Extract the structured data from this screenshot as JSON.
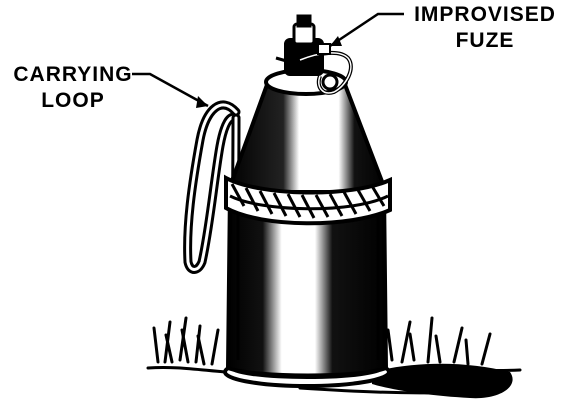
{
  "labels": {
    "carrying_loop": {
      "line1": "CARRYING",
      "line2": "LOOP"
    },
    "improvised_fuze": {
      "line1": "IMPROVISED",
      "line2": "FUZE"
    }
  },
  "colors": {
    "ink": "#000000",
    "paper": "#ffffff"
  }
}
